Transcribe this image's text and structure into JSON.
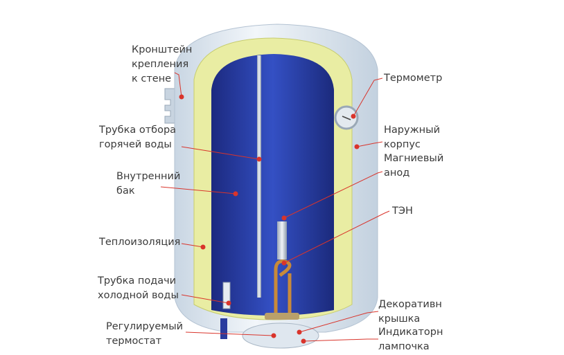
{
  "labels": {
    "bracket": [
      "Кронштейн",
      "крепления",
      "к стене"
    ],
    "hot_pipe": [
      "Трубка отбора",
      "горячей воды"
    ],
    "inner_tank": [
      "Внутренний",
      "бак"
    ],
    "insulation": [
      "Теплоизоляция"
    ],
    "cold_pipe": [
      "Трубка подачи",
      "холодной воды"
    ],
    "thermostat": [
      "Регулируемый",
      "термостат"
    ],
    "thermometer": [
      "Термометр"
    ],
    "outer_body": [
      "Наружный",
      "корпус"
    ],
    "anode": [
      "Магниевый",
      "анод"
    ],
    "heater": [
      "ТЭН"
    ],
    "cover": [
      "Декоративн",
      "крышка"
    ],
    "lamp": [
      "Индикаторн",
      "лампочка"
    ]
  },
  "colors": {
    "leader": "#d9342b",
    "tank": "#2a3c9e",
    "insulation": "#ecefa8",
    "body": "#dde8f2"
  }
}
